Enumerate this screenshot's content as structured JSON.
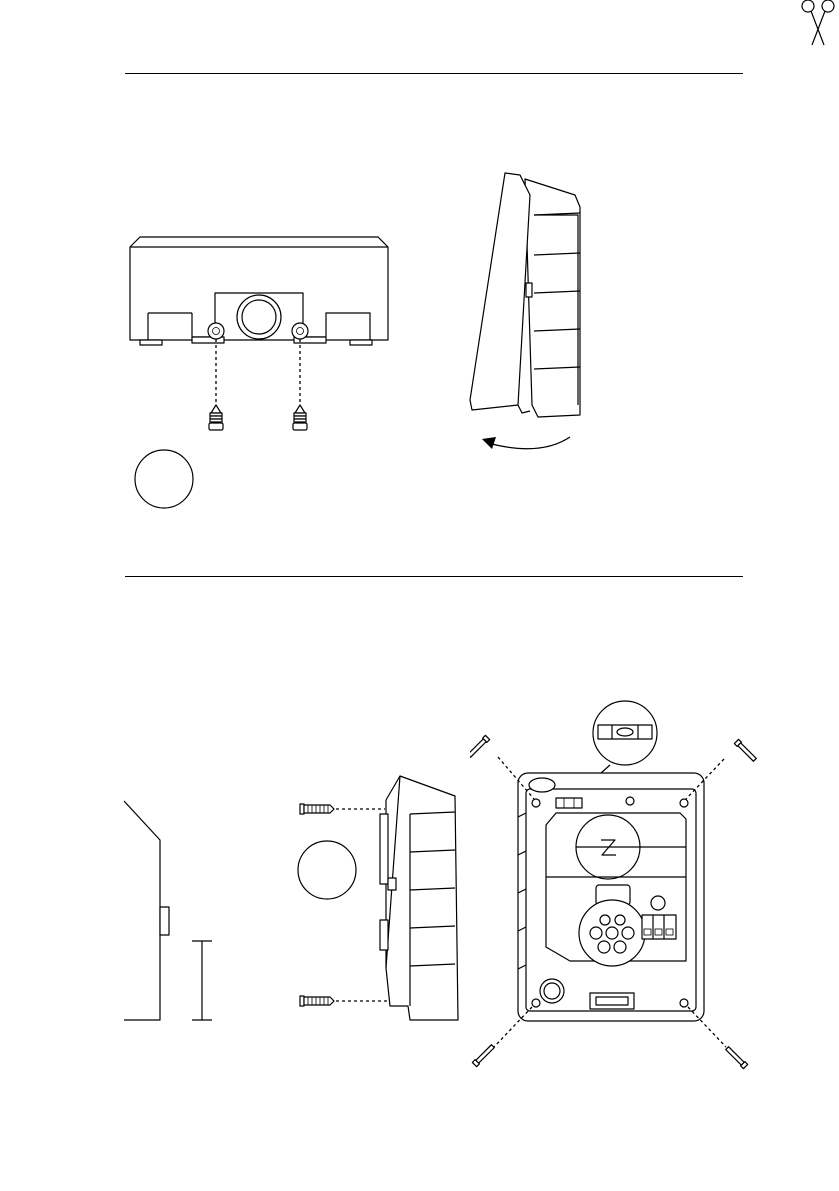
{
  "page": {
    "scissor_icon": "scissors-icon",
    "sections": [
      {
        "id": "remove-cover",
        "rule": "top"
      },
      {
        "id": "mount-backplate",
        "rule": "middle"
      }
    ]
  }
}
